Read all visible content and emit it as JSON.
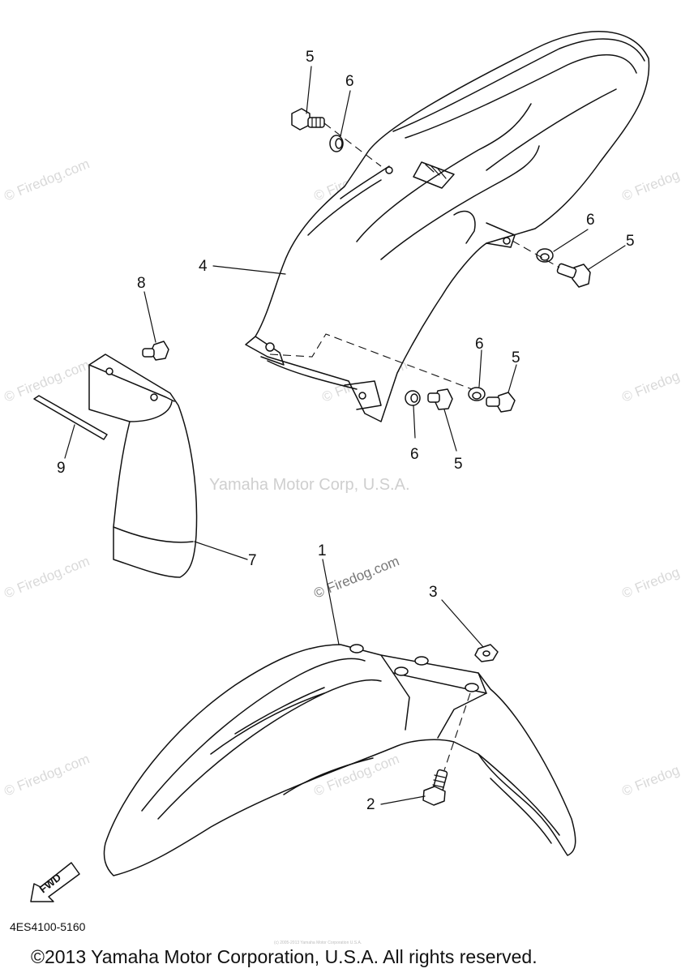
{
  "watermarks": {
    "site": "© Firedog.com",
    "corp": "Yamaha Motor Corp, U.S.A."
  },
  "callouts": {
    "front_fender": "1",
    "bolt_front": "2",
    "nut": "3",
    "rear_fender": "4",
    "bolt": "5",
    "collar": "6",
    "flap": "7",
    "screw": "8",
    "band": "9"
  },
  "fwd_label": "FWD",
  "diagram_code": "4ES4100-5160",
  "tiny_note": "(c) 2005-2013 Yamaha Motor Corporation U.S.A.",
  "copyright": "©2013 Yamaha Motor Corporation, U.S.A. All rights reserved.",
  "colors": {
    "ink": "#111111",
    "watermark": "#d9d9d9",
    "background": "#ffffff"
  }
}
